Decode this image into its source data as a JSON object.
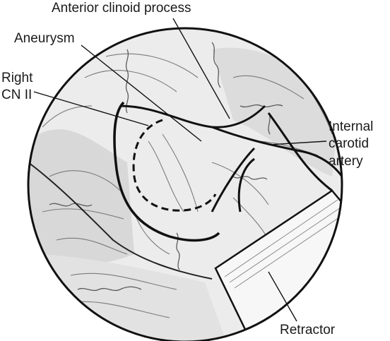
{
  "labels": {
    "anterior_clinoid": "Anterior clinoid process",
    "aneurysm": "Aneurysm",
    "right_cn2_line1": "Right",
    "right_cn2_line2": "CN II",
    "ica_line1": "Internal",
    "ica_line2": "carotid",
    "ica_line3": "artery",
    "retractor": "Retractor"
  },
  "colors": {
    "outline": "#111111",
    "sketch": "#6f6f6f",
    "shade": "#cfcfcf",
    "background": "#ffffff"
  }
}
